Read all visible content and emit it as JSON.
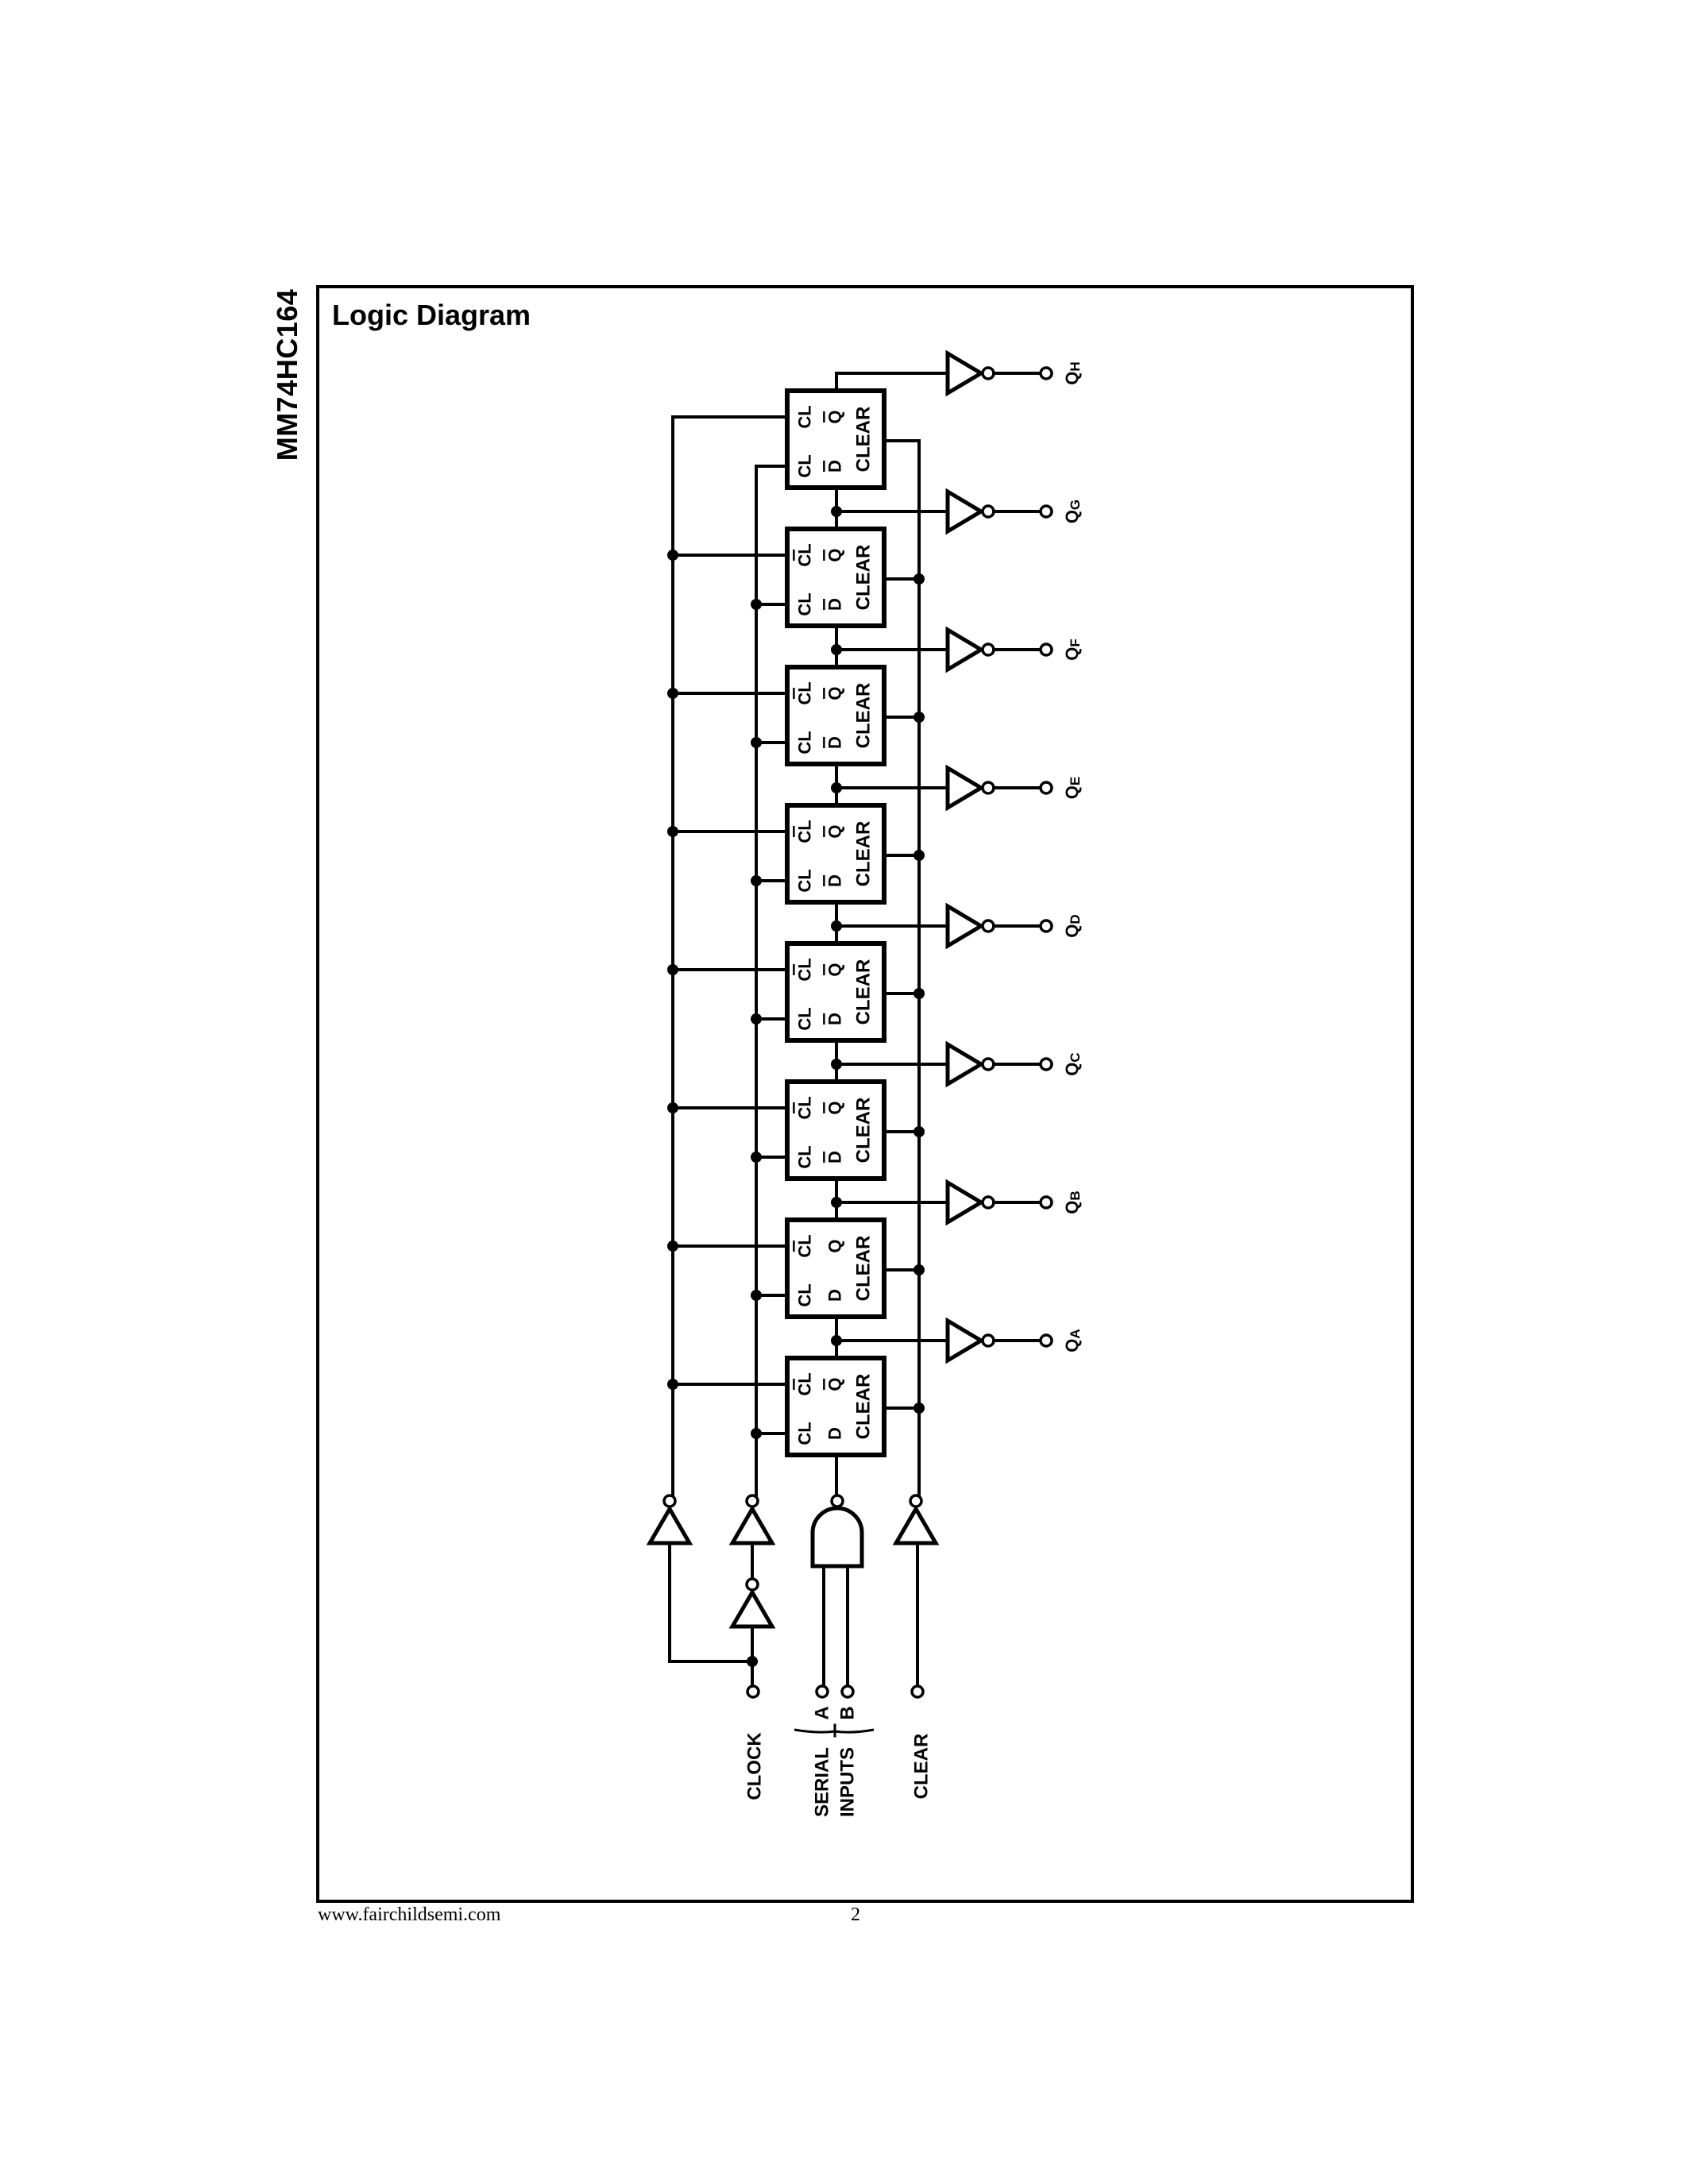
{
  "page": {
    "side_title": "MM74HC164",
    "section_title": "Logic Diagram",
    "footer": {
      "url": "www.fairchildsemi.com",
      "page_number": "2"
    }
  },
  "colors": {
    "ink": "#000000",
    "paper": "#ffffff"
  },
  "diagram": {
    "flip_flops": [
      {
        "id": "FF8",
        "clock_top": "CL",
        "clock_top_bar": false,
        "clock_bottom": "CL",
        "q": "Q",
        "q_bar": true,
        "d": "D",
        "d_bar": true,
        "clear": "CLEAR",
        "output": "QH"
      },
      {
        "id": "FF7",
        "clock_top": "CL",
        "clock_top_bar": true,
        "clock_bottom": "CL",
        "q": "Q",
        "q_bar": true,
        "d": "D",
        "d_bar": true,
        "clear": "CLEAR",
        "output": "QG"
      },
      {
        "id": "FF6",
        "clock_top": "CL",
        "clock_top_bar": true,
        "clock_bottom": "CL",
        "q": "Q",
        "q_bar": true,
        "d": "D",
        "d_bar": true,
        "clear": "CLEAR",
        "output": "QF"
      },
      {
        "id": "FF5",
        "clock_top": "CL",
        "clock_top_bar": true,
        "clock_bottom": "CL",
        "q": "Q",
        "q_bar": true,
        "d": "D",
        "d_bar": true,
        "clear": "CLEAR",
        "output": "QE"
      },
      {
        "id": "FF4",
        "clock_top": "CL",
        "clock_top_bar": true,
        "clock_bottom": "CL",
        "q": "Q",
        "q_bar": true,
        "d": "D",
        "d_bar": true,
        "clear": "CLEAR",
        "output": "QD"
      },
      {
        "id": "FF3",
        "clock_top": "CL",
        "clock_top_bar": true,
        "clock_bottom": "CL",
        "q": "Q",
        "q_bar": true,
        "d": "D",
        "d_bar": true,
        "clear": "CLEAR",
        "output": "QC"
      },
      {
        "id": "FF2",
        "clock_top": "CL",
        "clock_top_bar": true,
        "clock_bottom": "CL",
        "q": "Q",
        "q_bar": false,
        "d": "D",
        "d_bar": false,
        "clear": "CLEAR",
        "output": "QB"
      },
      {
        "id": "FF1",
        "clock_top": "CL",
        "clock_top_bar": true,
        "clock_bottom": "CL",
        "q": "Q",
        "q_bar": true,
        "d": "D",
        "d_bar": false,
        "clear": "CLEAR",
        "output": "QA"
      }
    ],
    "outputs": [
      {
        "label": "Q",
        "sub": "H"
      },
      {
        "label": "Q",
        "sub": "G"
      },
      {
        "label": "Q",
        "sub": "F"
      },
      {
        "label": "Q",
        "sub": "E"
      },
      {
        "label": "Q",
        "sub": "D"
      },
      {
        "label": "Q",
        "sub": "C"
      },
      {
        "label": "Q",
        "sub": "B"
      },
      {
        "label": "Q",
        "sub": "A"
      }
    ],
    "inputs": {
      "clock": "CLOCK",
      "serial_a": "A",
      "serial_b": "B",
      "serial_group": [
        "SERIAL",
        "INPUTS"
      ],
      "clear": "CLEAR"
    }
  }
}
